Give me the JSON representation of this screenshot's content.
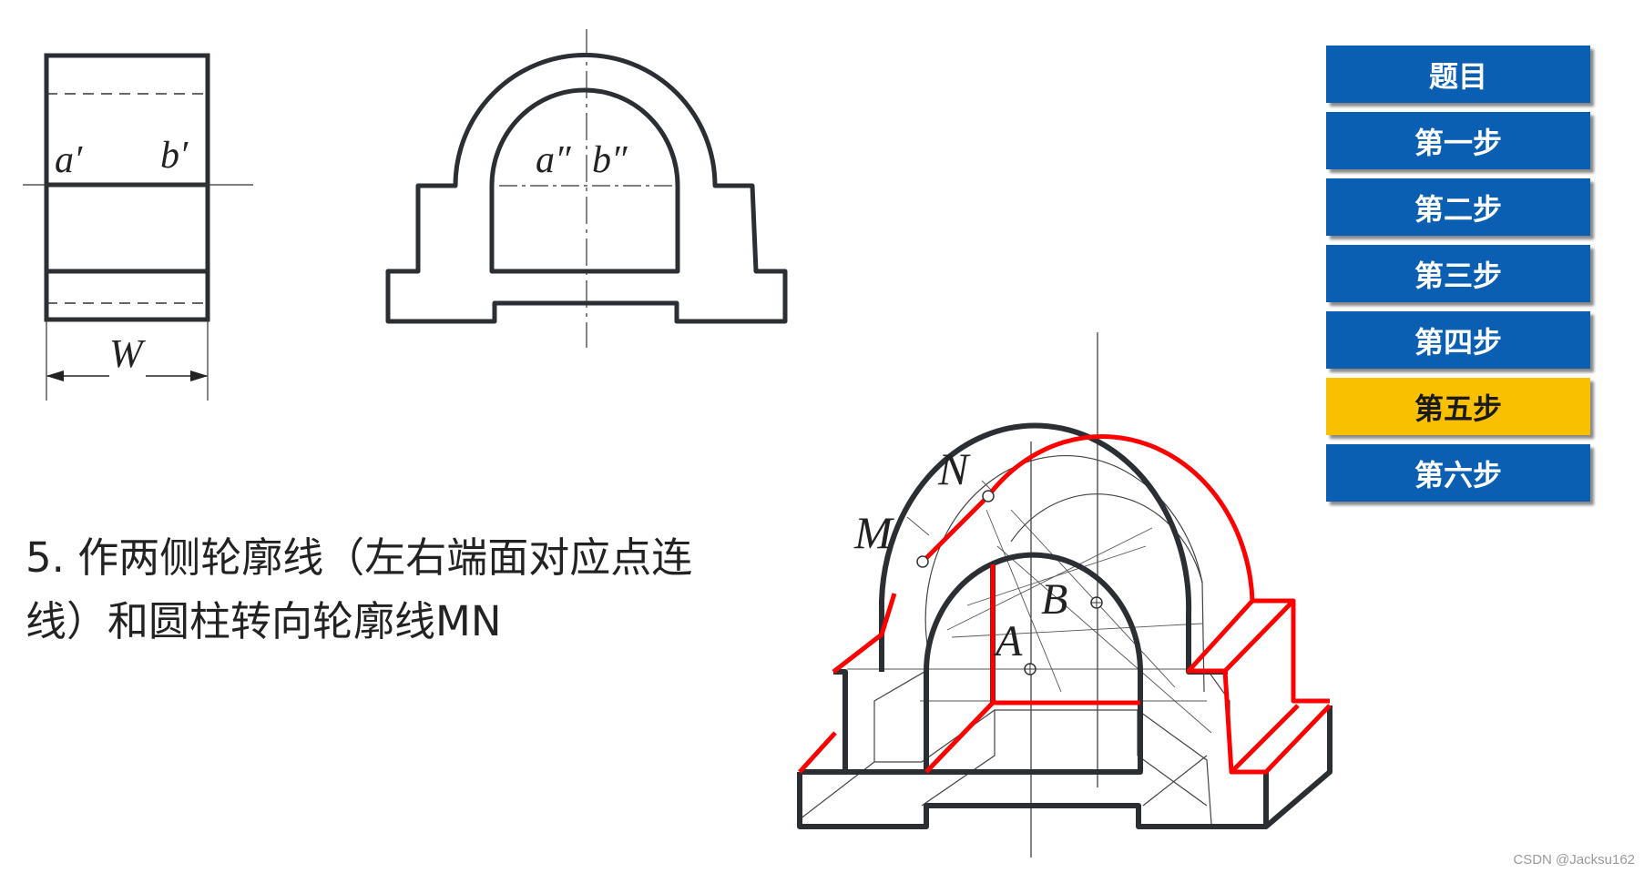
{
  "front_view": {
    "label_a": "a′",
    "label_b": "b′",
    "label_w": "W"
  },
  "side_view": {
    "label_a": "a″",
    "label_b": "b″"
  },
  "step_description": [
    "5. 作两侧轮廓线（左右端面对应点连",
    "线）和圆柱转向轮廓线MN"
  ],
  "isometric": {
    "label_n": "N",
    "label_m": "M",
    "label_b": "B",
    "label_a": "A"
  },
  "steps": [
    {
      "label": "题目",
      "active": false
    },
    {
      "label": "第一步",
      "active": false
    },
    {
      "label": "第二步",
      "active": false
    },
    {
      "label": "第三步",
      "active": false
    },
    {
      "label": "第四步",
      "active": false
    },
    {
      "label": "第五步",
      "active": true
    },
    {
      "label": "第六步",
      "active": false
    }
  ],
  "watermark": "CSDN @Jacksu162",
  "colors": {
    "accent_red": "#ff0000",
    "outline": "#2b2f33",
    "button_blue": "#0b5fb3",
    "button_active": "#f9c000"
  }
}
